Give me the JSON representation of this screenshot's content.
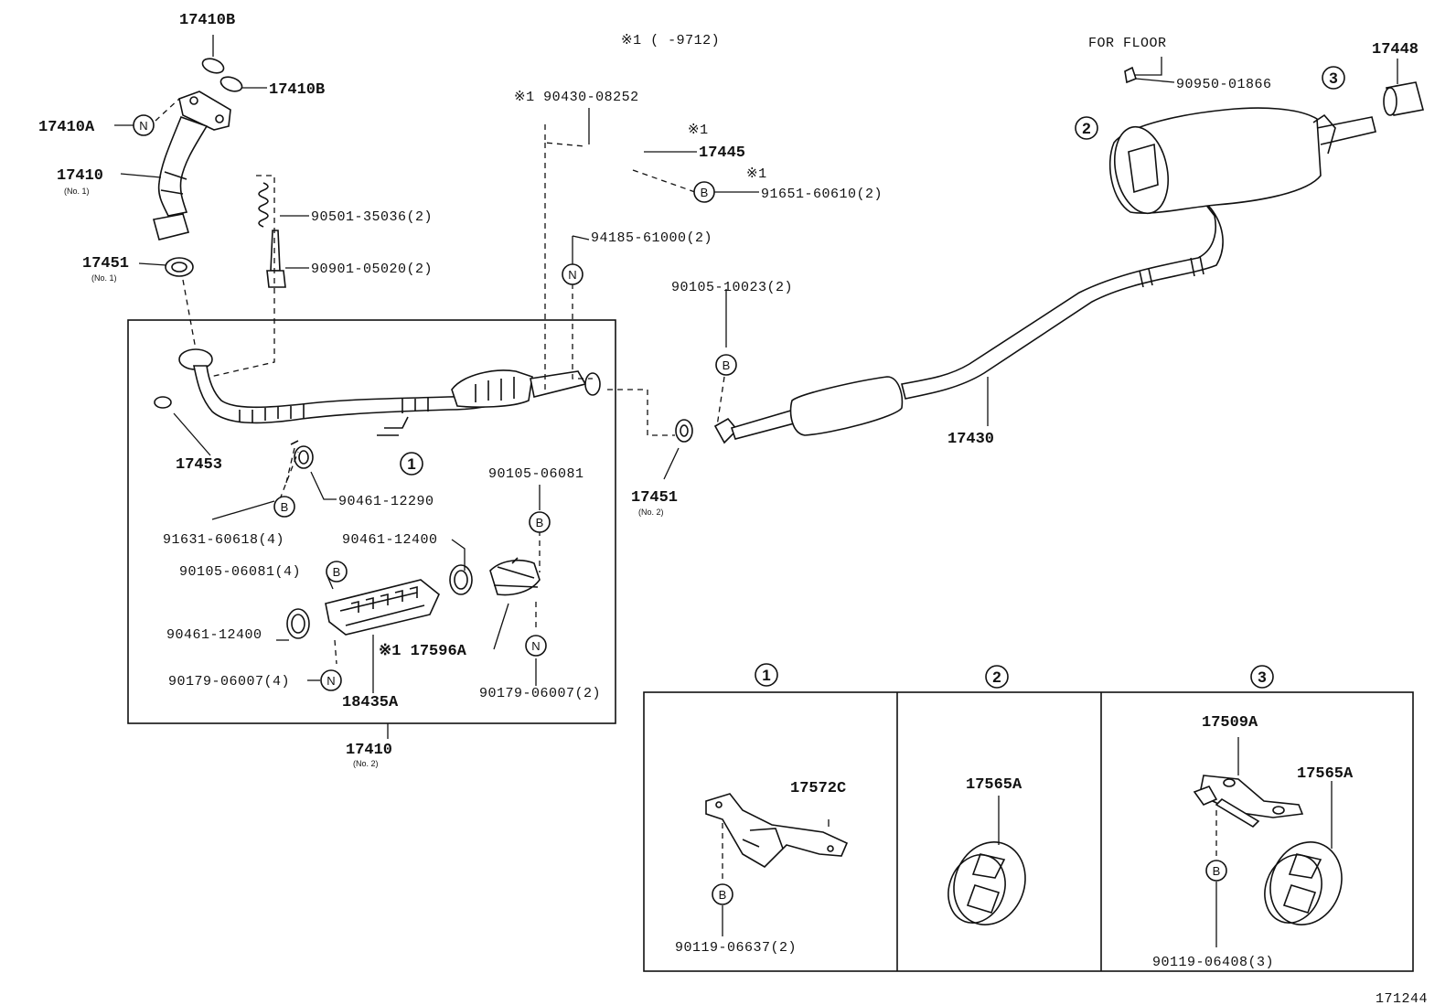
{
  "header": {
    "note": "※1 (   -9712)",
    "for_floor": "FOR FLOOR",
    "diagram_id": "171244"
  },
  "markers": {
    "B": "B",
    "N": "N",
    "c1": "1",
    "c2": "2",
    "c3": "3"
  },
  "labels": {
    "p17410B_top": "17410B",
    "p17410B_right": "17410B",
    "p17410A": "17410A",
    "p17410_no1": "17410",
    "p17410_no1_sub": "(No. 1)",
    "p17451_no1": "17451",
    "p17451_no1_sub": "(No. 1)",
    "p90501": "90501-35036(2)",
    "p90901": "90901-05020(2)",
    "p90430": "※1 90430-08252",
    "p17445_note": "※1",
    "p17445": "17445",
    "p91651_note": "※1",
    "p91651": "91651-60610(2)",
    "p94185": "94185-61000(2)",
    "p90105_10023": "90105-10023(2)",
    "p17453": "17453",
    "p90461_12290": "90461-12290",
    "p91631": "91631-60618(4)",
    "p90105_06081_r": "90105-06081",
    "p90461_12400_t": "90461-12400",
    "p90105_06081_l": "90105-06081(4)",
    "p90461_12400_l": "90461-12400",
    "p17596A": "※1 17596A",
    "p90179_l": "90179-06007(4)",
    "p18435A": "18435A",
    "p90179_r": "90179-06007(2)",
    "p17410_no2": "17410",
    "p17410_no2_sub": "(No. 2)",
    "p17451_no2": "17451",
    "p17451_no2_sub": "(No. 2)",
    "p17430": "17430",
    "p90950": "90950-01866",
    "p17448": "17448",
    "p17572C": "17572C",
    "p90119_06637": "90119-06637(2)",
    "p17565A_mid": "17565A",
    "p17509A": "17509A",
    "p17565A_right": "17565A",
    "p90119_06408": "90119-06408(3)"
  }
}
